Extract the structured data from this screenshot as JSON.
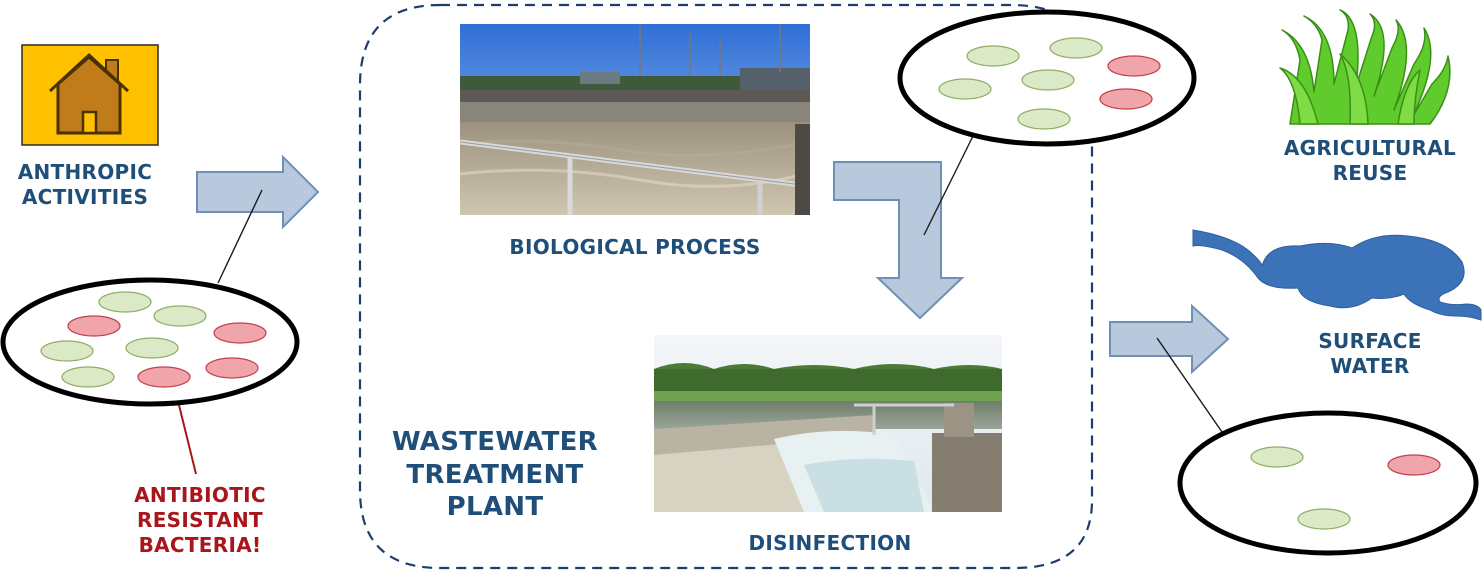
{
  "labels": {
    "anthropic": "ANTHROPIC\nACTIVITIES",
    "biological": "BIOLOGICAL PROCESS",
    "disinfection": "DISINFECTION",
    "wwtp": "WASTEWATER\nTREATMENT\nPLANT",
    "agricultural": "AGRICULTURAL\nREUSE",
    "surface": "SURFACE\nWATER",
    "arb": "ANTIBIOTIC\nRESISTANT\nBACTERIA!"
  },
  "icons": {
    "house": "house-icon",
    "grass": "grass-icon",
    "water": "water-body-icon"
  },
  "colors": {
    "text_blue": "#1f4e79",
    "text_red": "#a8161b",
    "arrow_fill": "#b9c9dd",
    "arrow_stroke": "#6f8fb5",
    "bacteria_green": "#dbe9c6",
    "bacteria_red": "#f0a5ab",
    "house_bg": "#ffc000",
    "grass": "#5fcb2c",
    "water": "#3c72b8"
  }
}
